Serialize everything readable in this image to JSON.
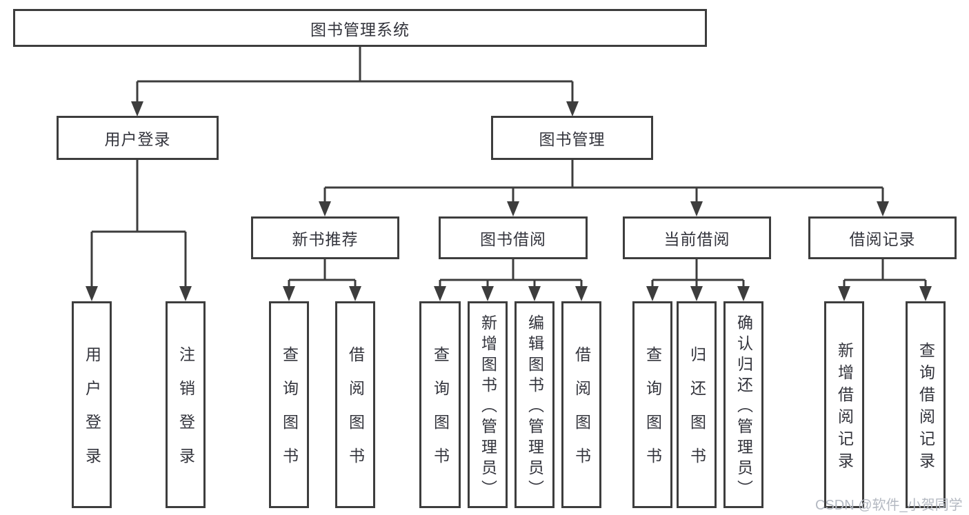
{
  "diagram": {
    "title": "图书管理系统",
    "branches": [
      {
        "label": "用户登录",
        "children": [
          {
            "label": "用户登录"
          },
          {
            "label": "注销登录"
          }
        ]
      },
      {
        "label": "图书管理",
        "children": [
          {
            "label": "新书推荐",
            "children": [
              {
                "label": "查询图书"
              },
              {
                "label": "借阅图书"
              }
            ]
          },
          {
            "label": "图书借阅",
            "children": [
              {
                "label": "查询图书"
              },
              {
                "label": "新增图书（管理员）"
              },
              {
                "label": "编辑图书（管理员）"
              },
              {
                "label": "借阅图书"
              }
            ]
          },
          {
            "label": "当前借阅",
            "children": [
              {
                "label": "查询图书"
              },
              {
                "label": "归还图书"
              },
              {
                "label": "确认归还（管理员）"
              }
            ]
          },
          {
            "label": "借阅记录",
            "children": [
              {
                "label": "新增借阅记录"
              },
              {
                "label": "查询借阅记录"
              }
            ]
          }
        ]
      }
    ]
  },
  "watermark": {
    "text": "CSDN @软件_小贺同学"
  },
  "colors": {
    "line": "#3d3d3d",
    "text": "#33343c",
    "watermark": "#b4b9c2",
    "background": "#ffffff"
  }
}
